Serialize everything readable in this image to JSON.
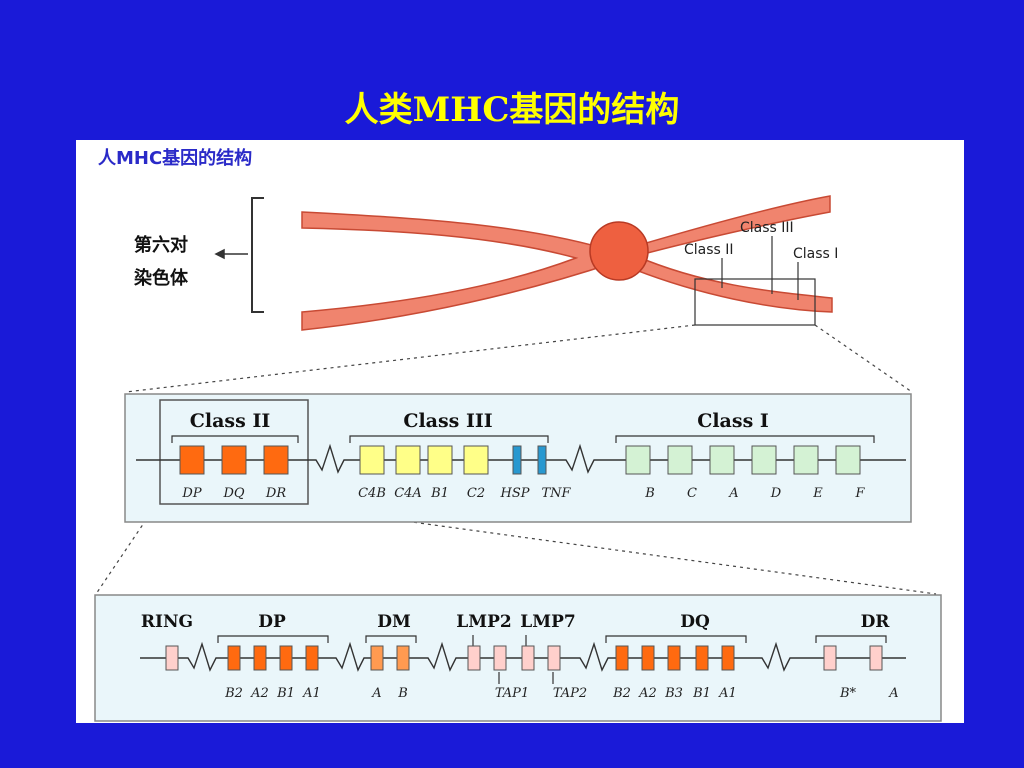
{
  "slide_title": "人类MHC基因的结构",
  "figure": {
    "inner_title": "人MHC基因的结构",
    "chromosome_label_line1": "第六对",
    "chromosome_label_line2": "染色体",
    "chrom_labels": {
      "class2": "Class II",
      "class3": "Class III",
      "class1": "Class I"
    },
    "colors": {
      "chromosome": "#f0846e",
      "centromere": "#ee6040",
      "class2_gene": "#ff6a10",
      "class3_gene": "#ffff88",
      "hsp_gene": "#2898d0",
      "class1_gene": "#d4f2d4",
      "minor_gene": "#ffd0cc",
      "box_bg": "#eaf6fa"
    },
    "middle": {
      "class2": {
        "heading": "Class II",
        "genes": [
          "DP",
          "DQ",
          "DR"
        ]
      },
      "class3": {
        "heading": "Class III",
        "genes": [
          "C4B",
          "C4A",
          "B1",
          "C2"
        ],
        "narrow": [
          "HSP",
          "TNF"
        ]
      },
      "class1": {
        "heading": "Class I",
        "genes": [
          "B",
          "C",
          "A",
          "D",
          "E",
          "F"
        ]
      }
    },
    "bottom": {
      "groups": {
        "ring": "RING",
        "dp": "DP",
        "dm": "DM",
        "lmp2": "LMP2",
        "lmp7": "LMP7",
        "dq": "DQ",
        "dr": "DR"
      },
      "dp_genes": [
        "B2",
        "A2",
        "B1",
        "A1"
      ],
      "dm_genes": [
        "A",
        "B"
      ],
      "tap": [
        "TAP1",
        "TAP2"
      ],
      "dq_genes": [
        "B2",
        "A2",
        "B3",
        "B1",
        "A1"
      ],
      "dr_genes": [
        "B*",
        "A"
      ]
    }
  }
}
